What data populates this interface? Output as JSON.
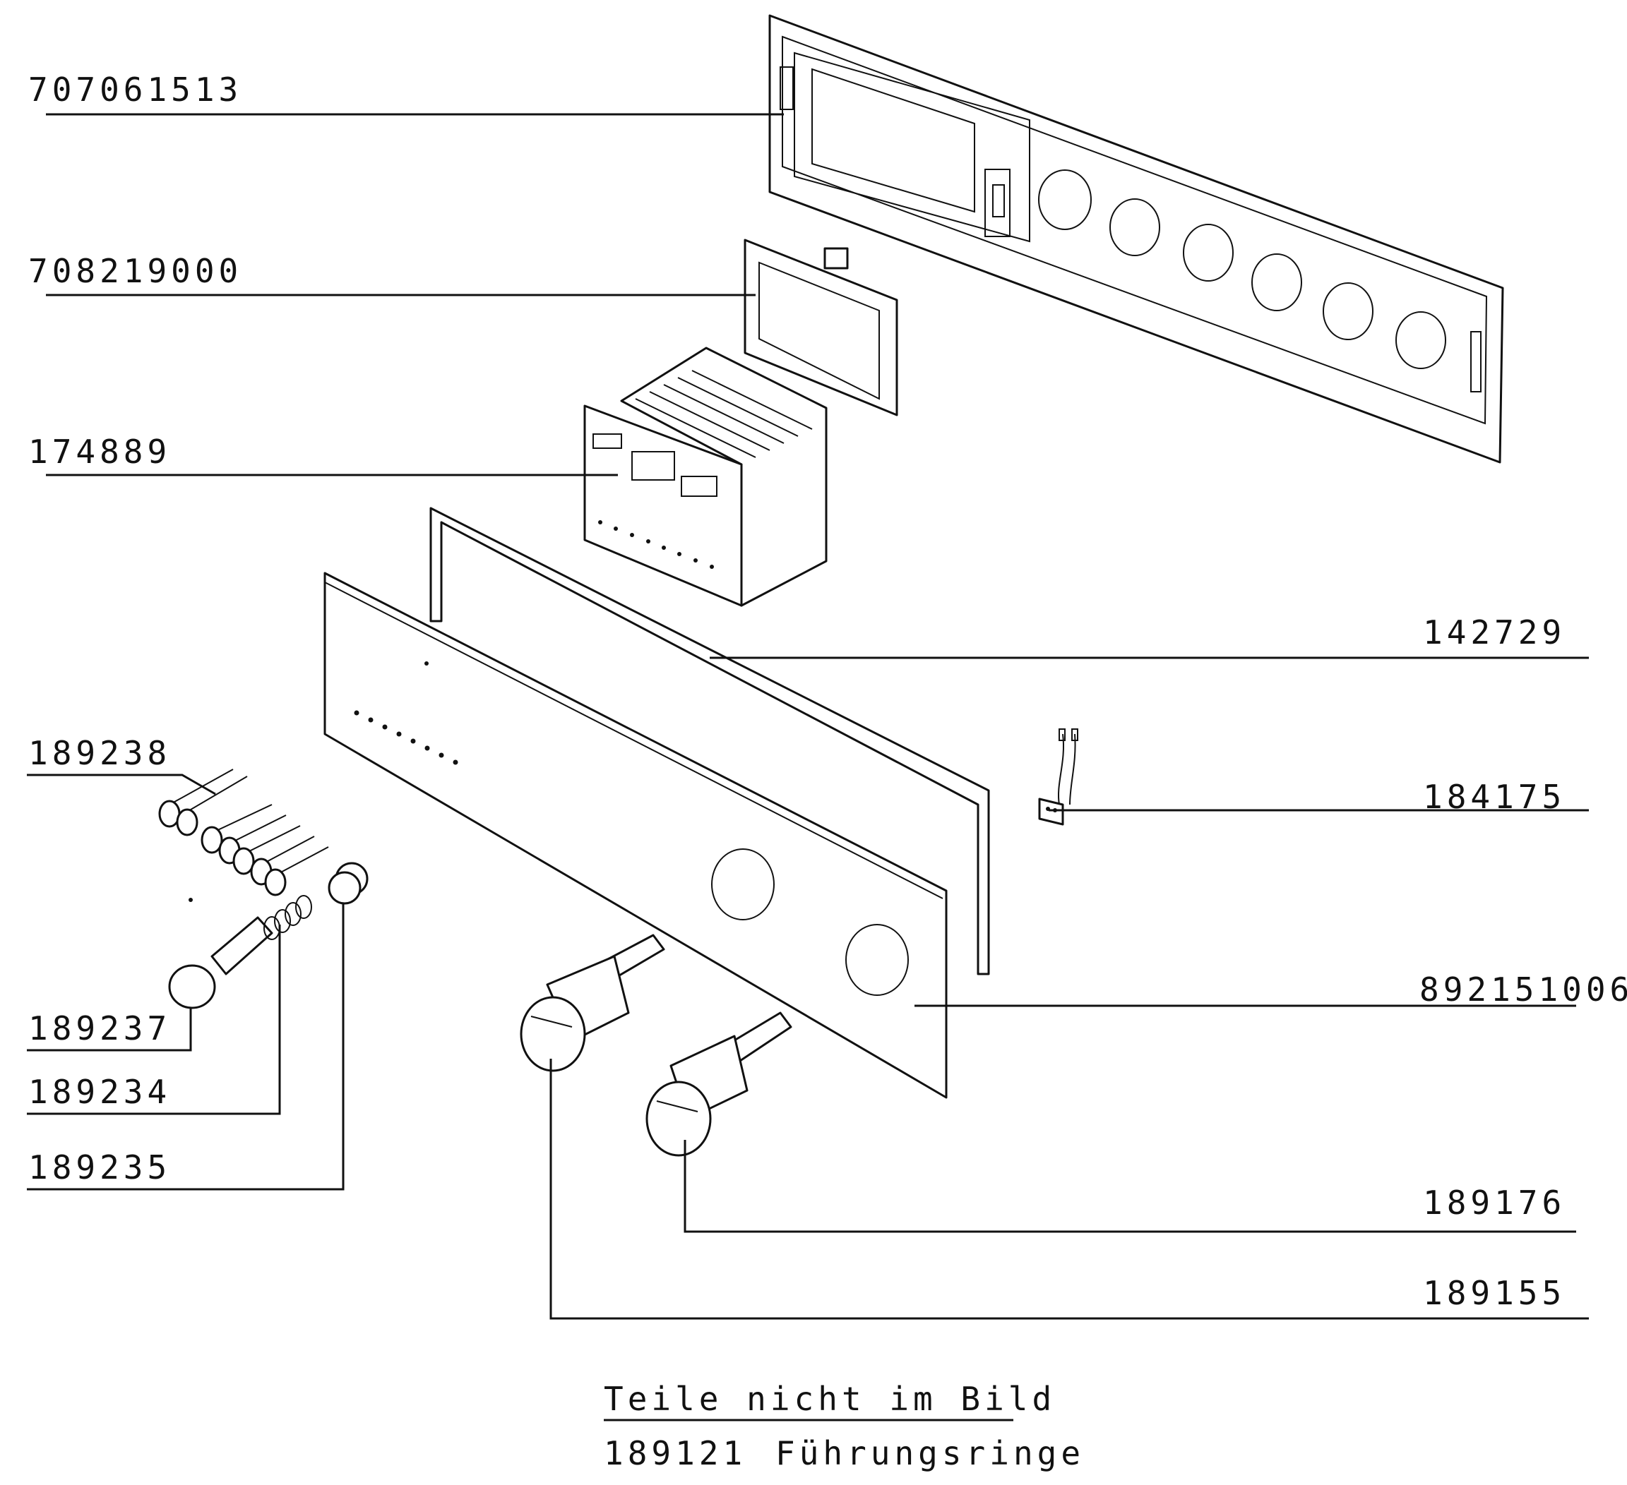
{
  "diagram": {
    "part_labels": {
      "cover_frame": "707061513",
      "display_window": "708219000",
      "display_module": "174889",
      "gasket": "142729",
      "connector": "184175",
      "control_panel": "892151006",
      "button_set": "189238",
      "button_shaft": "189237",
      "spring": "189234",
      "button_cap": "189235",
      "knob_small": "189176",
      "knob_large": "189155"
    },
    "note": {
      "heading": "Teile nicht im Bild",
      "item_number": "189121",
      "item_name": "Führungsringe"
    }
  }
}
